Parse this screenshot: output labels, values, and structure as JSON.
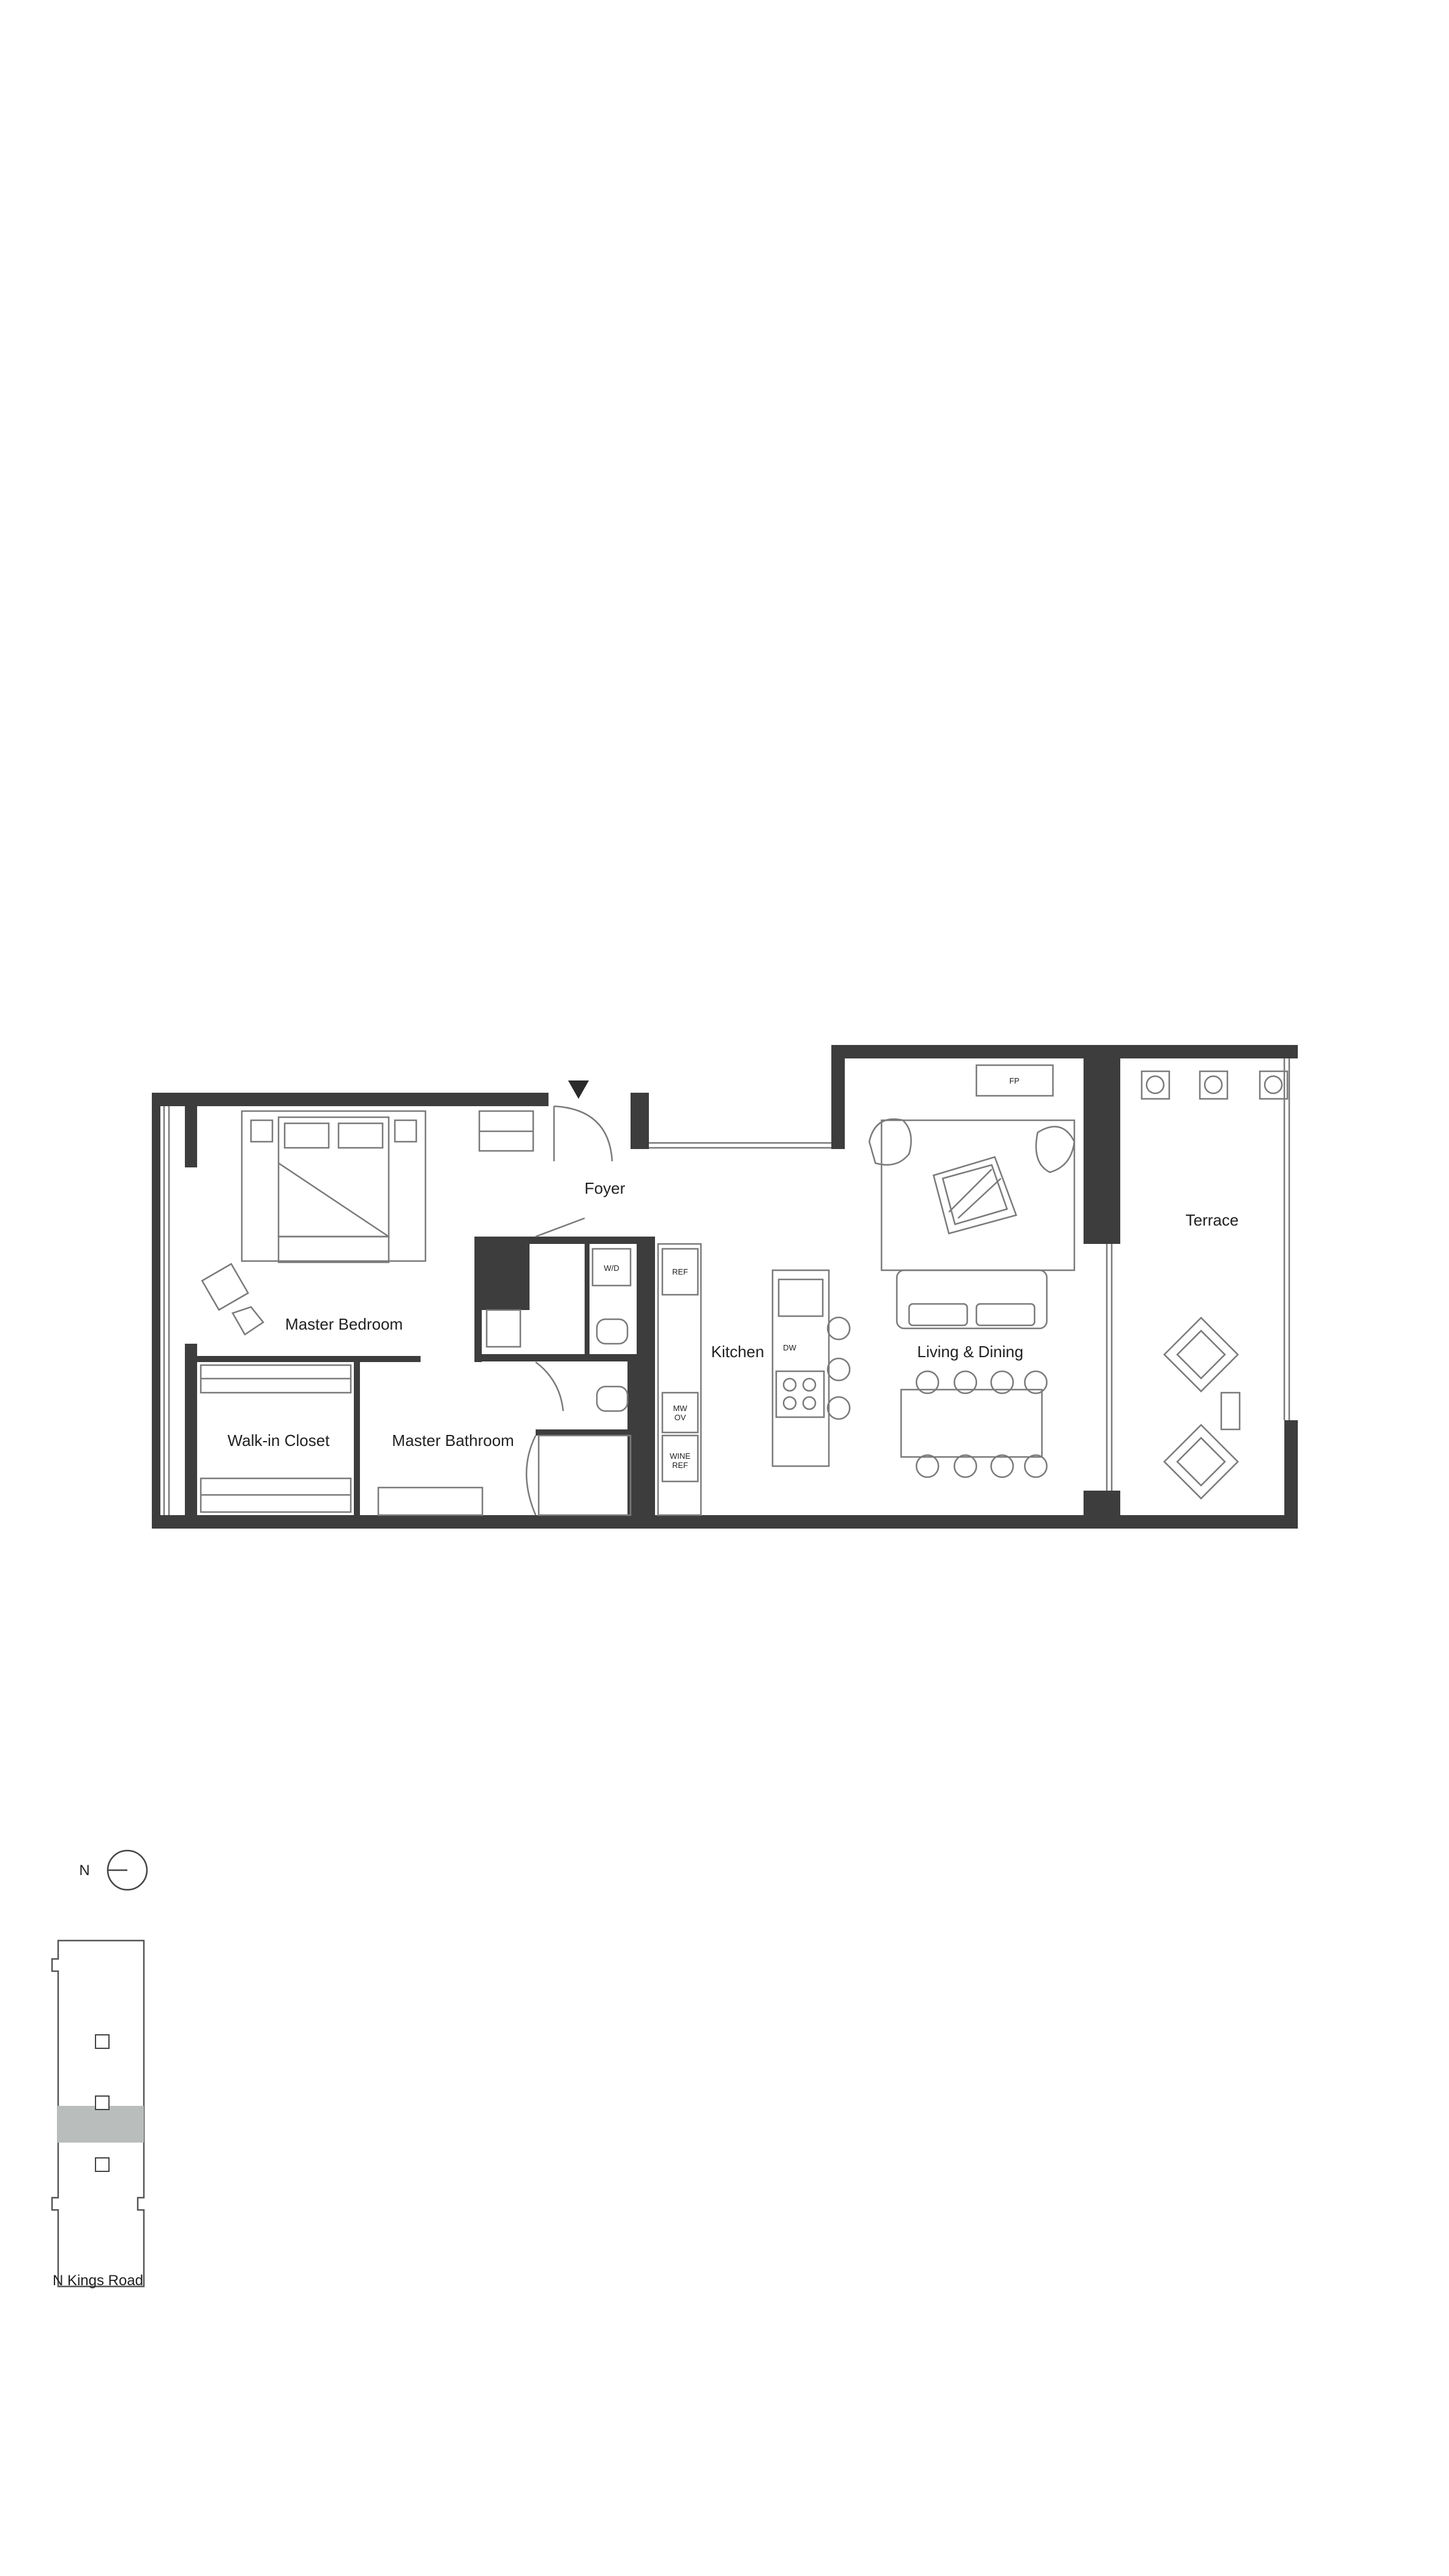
{
  "rooms": {
    "foyer": "Foyer",
    "master_bedroom": "Master Bedroom",
    "walk_in_closet": "Walk-in Closet",
    "master_bathroom": "Master Bathroom",
    "kitchen": "Kitchen",
    "living_dining": "Living & Dining",
    "terrace": "Terrace"
  },
  "fixtures": {
    "fireplace": "FP",
    "washer_dryer": "W/D",
    "refrigerator": "REF",
    "dishwasher": "DW",
    "microwave_line1": "MW",
    "microwave_line2": "OV",
    "wine_line1": "WINE",
    "wine_line2": "REF"
  },
  "legend": {
    "north": "N",
    "street": "N Kings Road"
  },
  "colors": {
    "wall": "#3d3d3d",
    "line": "#7a7a7a",
    "key_highlight": "#b9bdbb"
  }
}
